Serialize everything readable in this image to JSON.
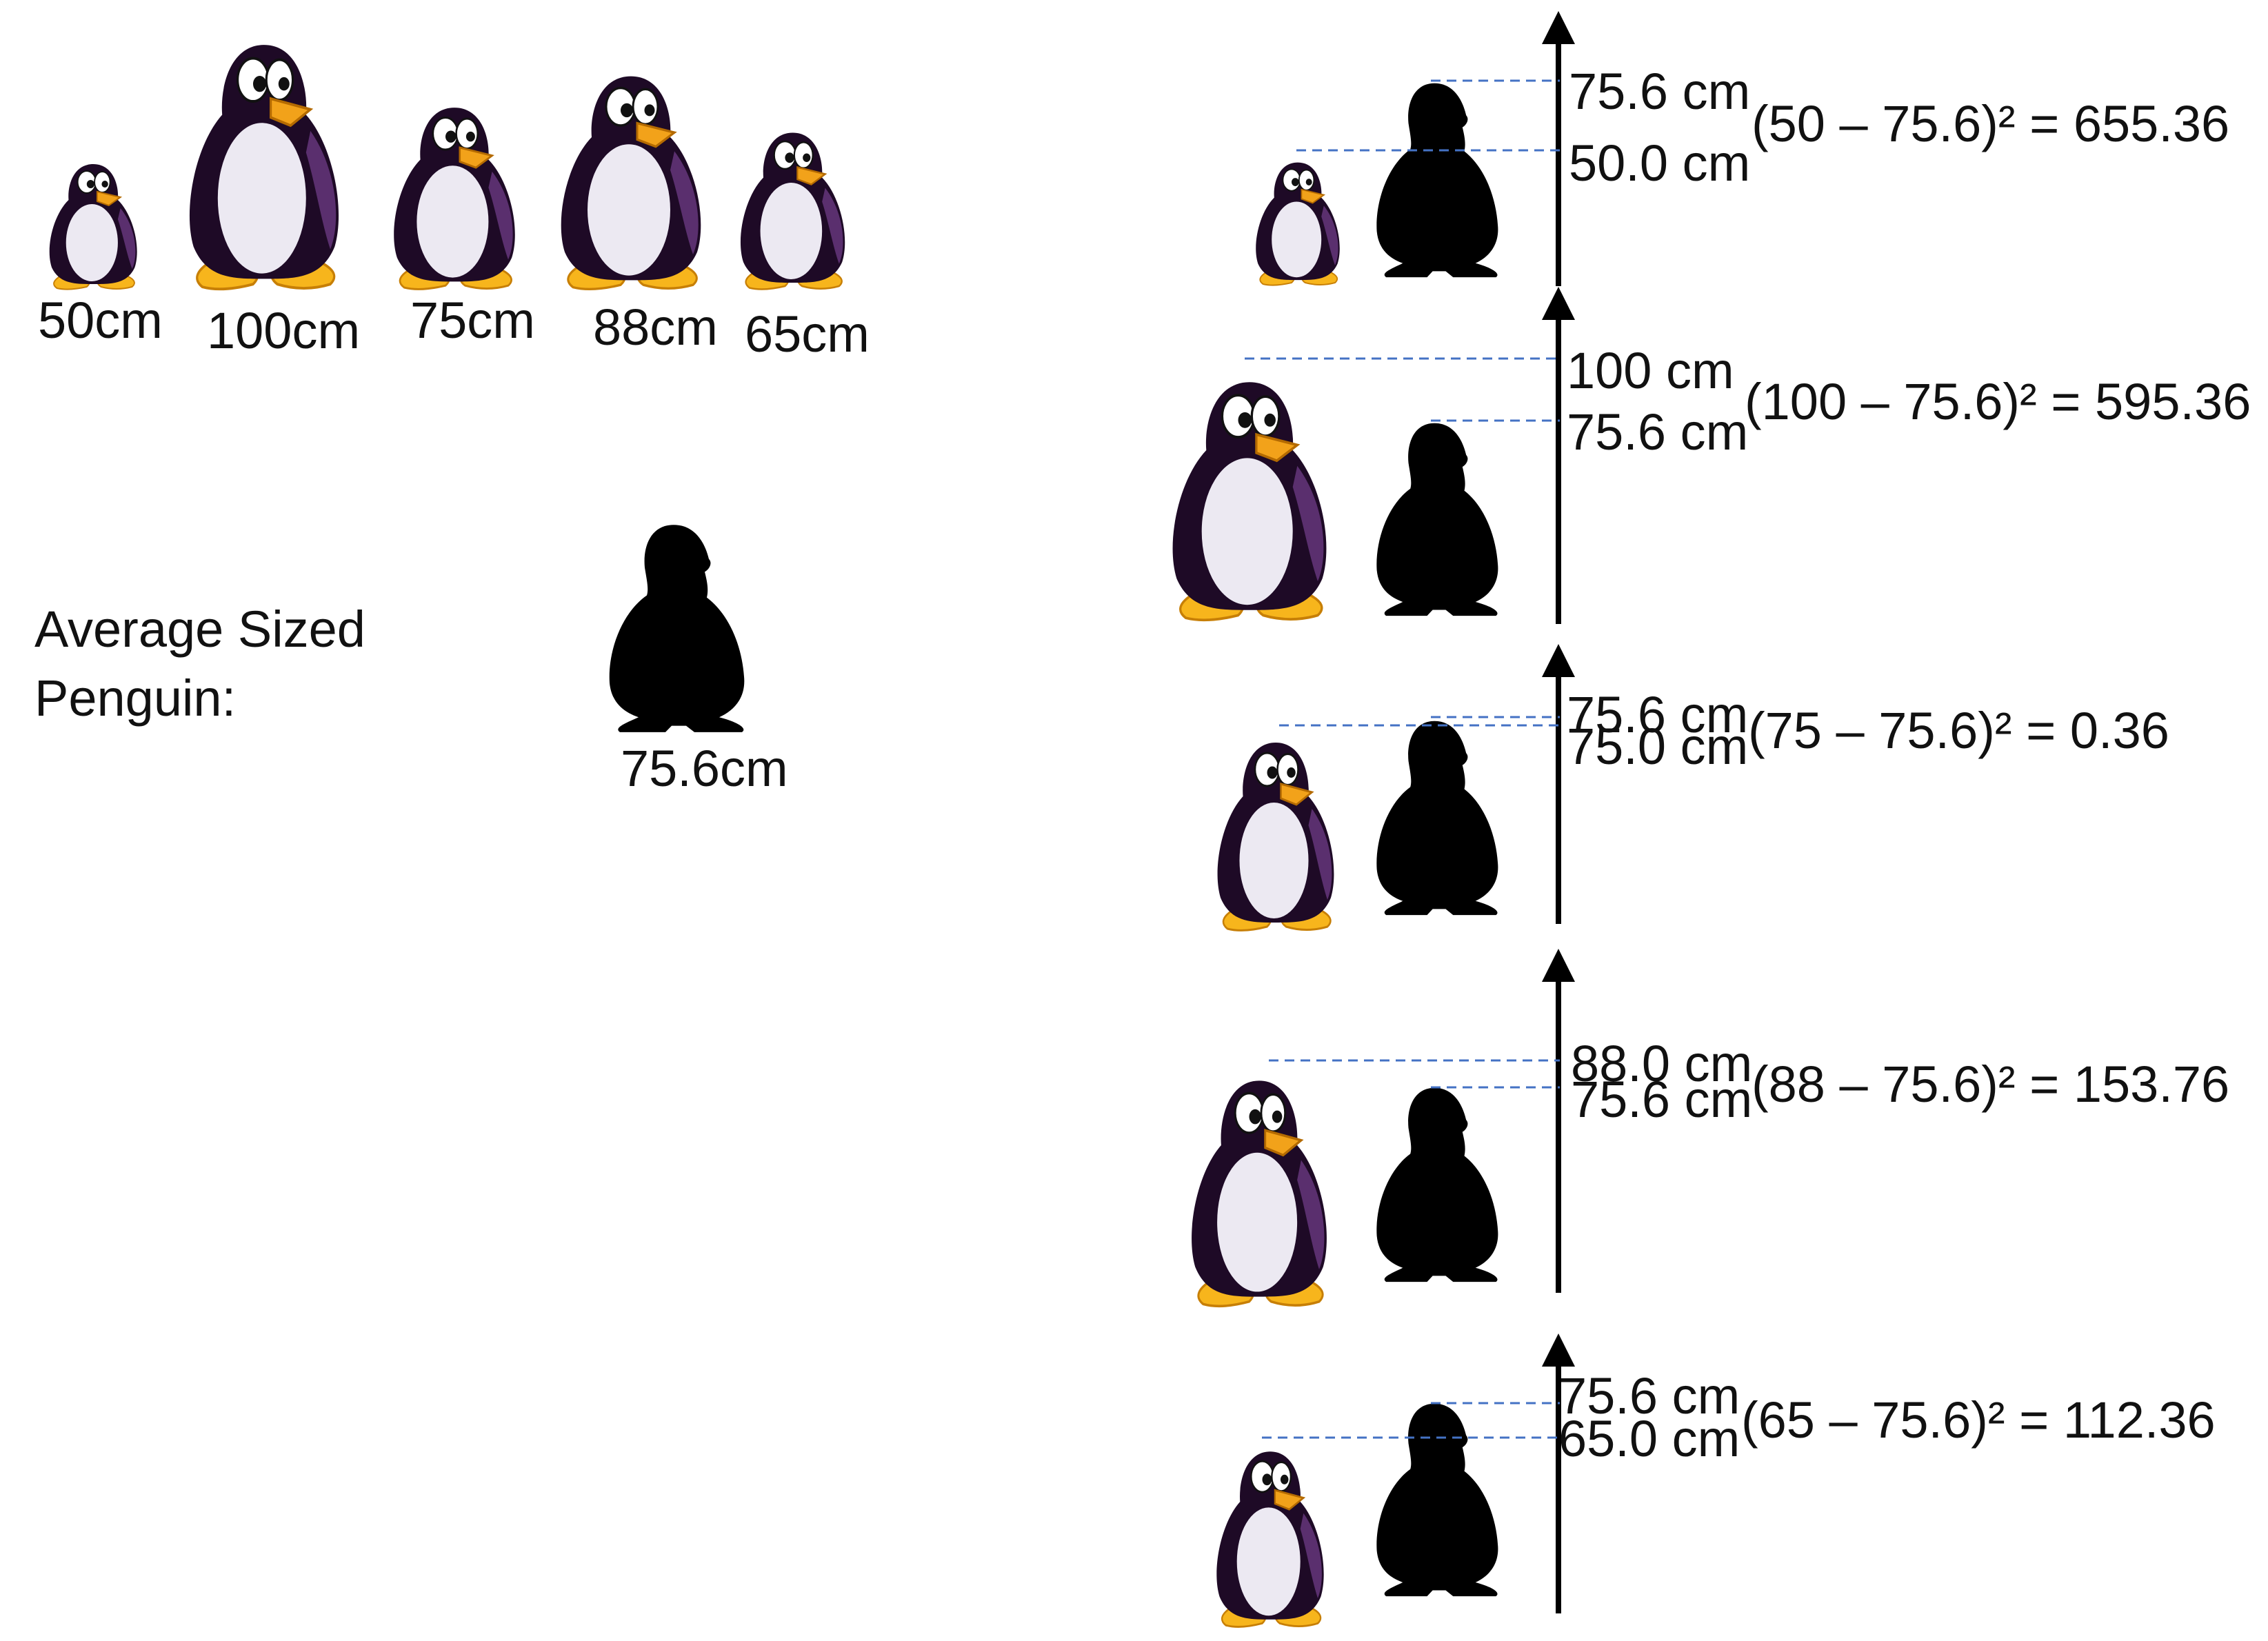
{
  "penguins": [
    {
      "label": "50cm",
      "height_cm": 50
    },
    {
      "label": "100cm",
      "height_cm": 100
    },
    {
      "label": "75cm",
      "height_cm": 75
    },
    {
      "label": "88cm",
      "height_cm": 88
    },
    {
      "label": "65cm",
      "height_cm": 65
    }
  ],
  "average": {
    "title_line1": "Average Sized",
    "title_line2": "Penguin:",
    "label": "75.6cm",
    "height_cm": 75.6
  },
  "comparisons": [
    {
      "upper_label": "75.6 cm",
      "lower_label": "50.0 cm",
      "formula": "(50 – 75.6)² = 655.36",
      "penguin_cm": 50
    },
    {
      "upper_label": "100  cm",
      "lower_label": "75.6 cm",
      "formula": "(100 – 75.6)² = 595.36",
      "penguin_cm": 100
    },
    {
      "upper_label": "75.6 cm",
      "lower_label": "75.0 cm",
      "formula": "(75 – 75.6)² = 0.36",
      "penguin_cm": 75
    },
    {
      "upper_label": "88.0 cm",
      "lower_label": "75.6 cm",
      "formula": "(88 – 75.6)² = 153.76",
      "penguin_cm": 88
    },
    {
      "upper_label": "75.6 cm",
      "lower_label": "65.0 cm",
      "formula": "(65 – 75.6)² = 112.36",
      "penguin_cm": 65
    }
  ],
  "colors": {
    "body": "#1e0a26",
    "belly": "#ece9f2",
    "beak": "#f2a21a",
    "feet": "#f7b51c",
    "silhouette": "#000000",
    "guide_line": "#4472c4"
  }
}
